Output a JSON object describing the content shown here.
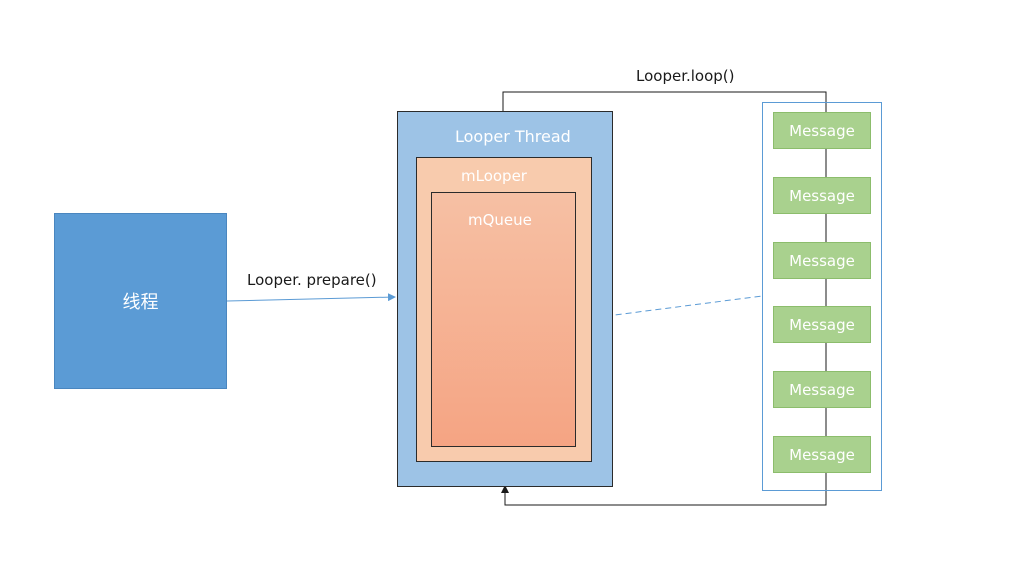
{
  "thread": {
    "label": "线程"
  },
  "prepare_label": "Looper. prepare()",
  "loop_label": "Looper.loop()",
  "looper_thread": {
    "title": "Looper  Thread"
  },
  "mlooper": {
    "title": "mLooper"
  },
  "mqueue": {
    "title": "mQueue"
  },
  "messages": [
    "Message",
    "Message",
    "Message",
    "Message",
    "Message",
    "Message"
  ],
  "colors": {
    "thread": "#5b9bd5",
    "looper_thread": "#9dc3e6",
    "mlooper": "#f8cbad",
    "mqueue": "#f5a483",
    "message": "#a9d18e",
    "arrow": "#5b9bd5"
  }
}
